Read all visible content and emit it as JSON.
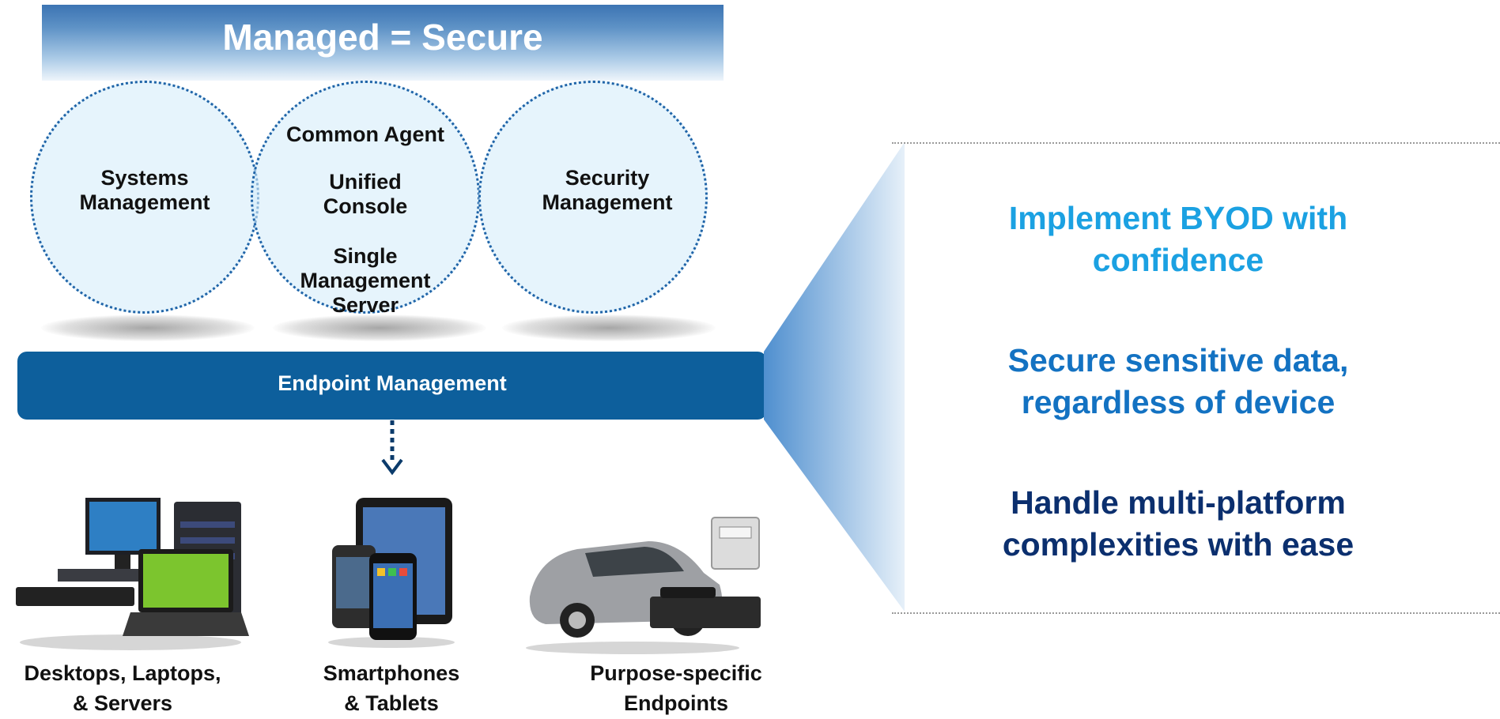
{
  "banner": {
    "title": "Managed = Secure"
  },
  "circles": {
    "left": {
      "label_line1": "Systems",
      "label_line2": "Management"
    },
    "center": {
      "item1": "Common Agent",
      "item2_line1": "Unified",
      "item2_line2": "Console",
      "item3_line1": "Single",
      "item3_line2": "Management",
      "item3_line3": "Server"
    },
    "right": {
      "label_line1": "Security",
      "label_line2": "Management"
    }
  },
  "endpoint_bar": {
    "label": "Endpoint Management"
  },
  "devices": [
    {
      "icon": "desktop-laptop-server-icon",
      "line1": "Desktops, Laptops,",
      "line2": "& Servers"
    },
    {
      "icon": "smartphone-tablet-icon",
      "line1": "Smartphones",
      "line2": "& Tablets"
    },
    {
      "icon": "car-meter-settop-icon",
      "line1": "Purpose-specific",
      "line2": "Endpoints"
    }
  ],
  "messages": [
    {
      "line1": "Implement BYOD with",
      "line2": "confidence",
      "color": "#1ba1e2"
    },
    {
      "line1": "Secure sensitive data,",
      "line2": "regardless of device",
      "color": "#1372c2"
    },
    {
      "line1": "Handle multi-platform",
      "line2": "complexities with ease",
      "color": "#0b2f6e"
    }
  ],
  "colors": {
    "endpoint_bar": "#0d5f9c",
    "circle_border": "#1f64a8",
    "banner_top": "#3c74b3"
  }
}
